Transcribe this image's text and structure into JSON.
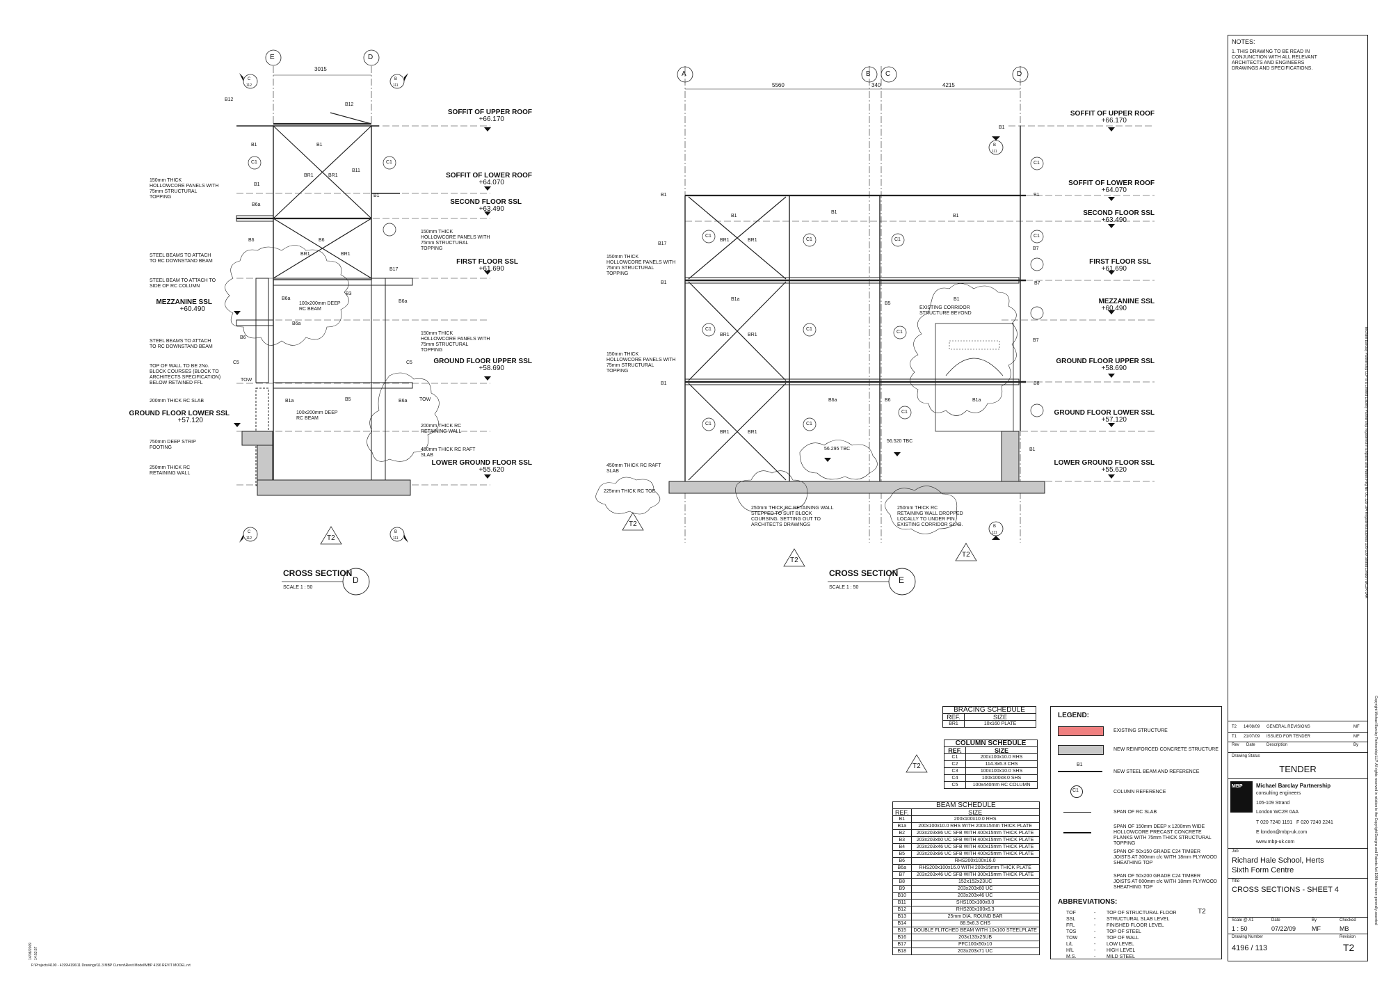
{
  "drawing": {
    "left_section": {
      "grids": [
        {
          "label": "E"
        },
        {
          "label": "D"
        }
      ],
      "grid_dimension": "3015",
      "title": "CROSS SECTION",
      "scale": "SCALE   1 : 50",
      "section_mark": "D",
      "section_refs": [
        {
          "letter": "C",
          "sheet": "112"
        },
        {
          "letter": "B",
          "sheet": "111"
        },
        {
          "letter": "C",
          "sheet": "112"
        },
        {
          "letter": "B",
          "sheet": "111"
        }
      ],
      "revision_tag": "T2",
      "notes": [
        {
          "id": "n1",
          "lines": [
            "150mm THICK",
            "HOLLOWCORE PANELS WITH",
            "75mm STRUCTURAL",
            "TOPPING"
          ]
        },
        {
          "id": "n2",
          "lines": [
            "STEEL BEAMS TO ATTACH",
            "TO RC DOWNSTAND BEAM"
          ]
        },
        {
          "id": "n3",
          "lines": [
            "STEEL BEAM TO ATTACH TO",
            "SIDE OF RC COLUMN"
          ]
        },
        {
          "id": "n4",
          "lines": [
            "STEEL BEAMS TO ATTACH",
            "TO RC DOWNSTAND BEAM"
          ]
        },
        {
          "id": "n5",
          "lines": [
            "TOP OF WALL TO BE 2No.",
            "BLOCK COURSES (BLOCK TO",
            "ARCHITECTS SPECIFICATION)",
            "BELOW RETAINED FFL"
          ]
        },
        {
          "id": "n6",
          "lines": [
            "200mm THICK RC SLAB"
          ]
        },
        {
          "id": "n7",
          "lines": [
            "750mm DEEP STRIP",
            "FOOTING"
          ]
        },
        {
          "id": "n8",
          "lines": [
            "250mm THICK RC",
            "RETAINING WALL"
          ]
        },
        {
          "id": "n9",
          "lines": [
            "150mm THICK",
            "HOLLOWCORE PANELS WITH",
            "75mm STRUCTURAL",
            "TOPPING"
          ]
        },
        {
          "id": "n10",
          "lines": [
            "150mm THICK",
            "HOLLOWCORE PANELS WITH",
            "75mm STRUCTURAL",
            "TOPPING"
          ]
        },
        {
          "id": "n11",
          "lines": [
            "100x200mm DEEP",
            "RC BEAM"
          ]
        },
        {
          "id": "n12",
          "lines": [
            "100x200mm DEEP",
            "RC BEAM"
          ]
        },
        {
          "id": "n13",
          "lines": [
            "200mm THICK RC",
            "RETAINING WALL"
          ]
        },
        {
          "id": "n14",
          "lines": [
            "450mm THICK RC RAFT",
            "SLAB"
          ]
        }
      ],
      "mezzanine": {
        "name": "MEZZANINE SSL",
        "value": "+60.490"
      },
      "ground_lower": {
        "name": "GROUND FLOOR LOWER SSL",
        "value": "+57.120"
      },
      "member_tags": [
        "B12",
        "B12",
        "B1",
        "B1",
        "C1",
        "C1",
        "B11",
        "B1",
        "B1",
        "B6a",
        "B6",
        "B6",
        "BR1",
        "BR1",
        "BR1",
        "BR1",
        "B17",
        "B6a",
        "B3",
        "B6a",
        "B6a",
        "B6",
        "C5",
        "C5",
        "TOW",
        "TOW",
        "B1a",
        "B5",
        "B6a"
      ]
    },
    "right_section": {
      "grids": [
        {
          "label": "A"
        },
        {
          "label": "B"
        },
        {
          "label": "C"
        },
        {
          "label": "D"
        }
      ],
      "grid_dimensions": [
        "5560",
        "340",
        "4215"
      ],
      "title": "CROSS SECTION",
      "scale": "SCALE   1 : 50",
      "section_mark": "E",
      "section_refs": [
        {
          "letter": "B",
          "sheet": "111"
        },
        {
          "letter": "B",
          "sheet": "111"
        }
      ],
      "revision_tags": [
        "T2",
        "T2",
        "T2"
      ],
      "notes": [
        {
          "id": "r1",
          "lines": [
            "150mm THICK",
            "HOLLOWCORE PANELS WITH",
            "75mm STRUCTURAL",
            "TOPPING"
          ]
        },
        {
          "id": "r2",
          "lines": [
            "150mm THICK",
            "HOLLOWCORE PANELS WITH",
            "75mm STRUCTURAL",
            "TOPPING"
          ]
        },
        {
          "id": "r3",
          "lines": [
            "450mm THICK RC RAFT",
            "SLAB"
          ]
        },
        {
          "id": "r4",
          "lines": [
            "225mm THICK RC TOE"
          ]
        },
        {
          "id": "r5",
          "lines": [
            "250mm THICK RC RETAINING WALL",
            "STEPPED TO SUIT BLOCK",
            "COURSING. SETTING OUT TO",
            "ARCHITECTS DRAWINGS"
          ]
        },
        {
          "id": "r6",
          "lines": [
            "250mm THICK RC",
            "RETAINING WALL DROPPED",
            "LOCALLY TO UNDER PIN",
            "EXISTING CORRIDOR SLAB."
          ]
        },
        {
          "id": "r7",
          "lines": [
            "EXISTING CORRIDOR",
            "STRUCTURE BEYOND"
          ]
        }
      ],
      "spot_levels": [
        "56.295 TBC",
        "56.520 TBC"
      ],
      "member_tags": [
        "B1",
        "B1",
        "B1",
        "B1",
        "B17",
        "C1",
        "C1",
        "C1",
        "C1",
        "C1",
        "B1",
        "B1a",
        "B6a",
        "B6",
        "B1a",
        "B5",
        "B7",
        "B7",
        "B7",
        "B8",
        "C1",
        "C1",
        "C1",
        "C1",
        "C1",
        "C1",
        "B1",
        "B1",
        "B1",
        "BR1",
        "BR1",
        "BR1",
        "BR1",
        "BR1",
        "BR1",
        "B1",
        "B1"
      ]
    },
    "levels": [
      {
        "name": "SOFFIT OF UPPER ROOF",
        "value": "+66.170"
      },
      {
        "name": "SOFFIT OF LOWER ROOF",
        "value": "+64.070"
      },
      {
        "name": "SECOND FLOOR SSL",
        "value": "+63.490"
      },
      {
        "name": "FIRST FLOOR SSL",
        "value": "+61.690"
      },
      {
        "name": "GROUND FLOOR UPPER SSL",
        "value": "+58.690"
      },
      {
        "name": "LOWER GROUND FLOOR SSL",
        "value": "+55.620"
      }
    ],
    "right_levels": [
      {
        "name": "SOFFIT OF UPPER ROOF",
        "value": "+66.170"
      },
      {
        "name": "SOFFIT OF LOWER ROOF",
        "value": "+64.070"
      },
      {
        "name": "SECOND FLOOR SSL",
        "value": "+63.490"
      },
      {
        "name": "FIRST FLOOR SSL",
        "value": "+61.690"
      },
      {
        "name": "MEZZANINE SSL",
        "value": "+60.490"
      },
      {
        "name": "GROUND FLOOR UPPER SSL",
        "value": "+58.690"
      },
      {
        "name": "GROUND FLOOR LOWER SSL",
        "value": "+57.120"
      },
      {
        "name": "LOWER GROUND FLOOR SSL",
        "value": "+55.620"
      }
    ]
  },
  "bracing_schedule": {
    "title": "BRACING SCHEDULE",
    "headers": [
      "REF.",
      "SIZE"
    ],
    "rows": [
      [
        "BR1",
        "10x160 PLATE"
      ]
    ]
  },
  "column_schedule": {
    "title": "COLUMN SCHEDULE",
    "headers": [
      "REF.",
      "SIZE"
    ],
    "rows": [
      [
        "C1",
        "200x100x10.0 RHS"
      ],
      [
        "C2",
        "114.3x6.3 CHS"
      ],
      [
        "C3",
        "100x100x10.0 SHS"
      ],
      [
        "C4",
        "100x100x8.0 SHS"
      ],
      [
        "C5",
        "100x440mm RC COLUMN"
      ]
    ],
    "tag": "T2"
  },
  "beam_schedule": {
    "title": "BEAM SCHEDULE",
    "headers": [
      "REF.",
      "SIZE"
    ],
    "rows": [
      [
        "B1",
        "200x100x10.0 RHS"
      ],
      [
        "B1a",
        "200x100x10.0 RHS WITH 200x15mm THICK PLATE"
      ],
      [
        "B2",
        "203x203x86 UC SFB WITH 400x15mm THICK PLATE"
      ],
      [
        "B3",
        "203x203x60 UC SFB WITH 400x15mm THICK PLATE"
      ],
      [
        "B4",
        "203x203x46 UC SFB WITH 400x15mm THICK PLATE"
      ],
      [
        "B5",
        "203x203x86 UC SFB WITH 400x25mm THICK PLATE"
      ],
      [
        "B6",
        "RHS200x100x16.0"
      ],
      [
        "B6a",
        "RHS200x100x16.0 WITH 200x15mm THICK PLATE"
      ],
      [
        "B7",
        "203x203x46 UC SFB WITH 300x15mm THICK PLATE"
      ],
      [
        "B8",
        "152x152x23UC"
      ],
      [
        "B9",
        "203x203x60 UC"
      ],
      [
        "B10",
        "203x203x46 UC"
      ],
      [
        "B11",
        "SHS100x100x8.0"
      ],
      [
        "B12",
        "RHS200x100x6.3"
      ],
      [
        "B13",
        "25mm DIA. ROUND BAR"
      ],
      [
        "B14",
        "88.9x6.3 CHS"
      ],
      [
        "B15",
        "DOUBLE FLITCHED BEAM WITH 10x100 STEELPLATE"
      ],
      [
        "B16",
        "203x133x25UB"
      ],
      [
        "B17",
        "PFC100x50x10"
      ],
      [
        "B18",
        "203x203x71 UC"
      ]
    ]
  },
  "legend": {
    "title": "LEGEND:",
    "items": [
      {
        "key": "existing",
        "label": "EXISTING STRUCTURE",
        "color": "#f08080"
      },
      {
        "key": "new-rc",
        "label": "NEW REINFORCED CONCRETE STRUCTURE",
        "color": "#c8c8c8"
      },
      {
        "key": "new-steel",
        "label": "NEW STEEL BEAM AND REFERENCE",
        "tag": "B1"
      },
      {
        "key": "column-ref",
        "label": "COLUMN REFERENCE",
        "tag": "C1"
      },
      {
        "key": "span-rc",
        "label": "SPAN OF RC SLAB"
      },
      {
        "key": "span-hollowcore",
        "label": "SPAN OF 150mm DEEP x 1200mm WIDE HOLLOWCORE PRECAST CONCRETE PLANKS WITH 75mm THICK STRUCTURAL TOPPING"
      },
      {
        "key": "span-timber-300",
        "label": "SPAN OF 50x150 GRADE C24 TIMBER JOISTS AT 300mm c/c WITH 18mm PLYWOOD SHEATHING TOP"
      },
      {
        "key": "span-timber-600",
        "label": "SPAN OF 50x200 GRADE C24 TIMBER JOISTS AT 600mm c/c WITH 18mm PLYWOOD SHEATHING TOP"
      }
    ],
    "abbreviations_title": "ABBREVIATIONS:",
    "abbreviations": [
      [
        "TOF",
        "-",
        "TOP OF STRUCTURAL FLOOR"
      ],
      [
        "SSL",
        "-",
        "STRUCTURAL SLAB LEVEL"
      ],
      [
        "FFL",
        "-",
        "FINISHED FLOOR LEVEL"
      ],
      [
        "TOS",
        "-",
        "TOP OF STEEL"
      ],
      [
        "TOW",
        "-",
        "TOP OF WALL"
      ],
      [
        "L/L",
        "-",
        "LOW LEVEL"
      ],
      [
        "H/L",
        "-",
        "HIGH LEVEL"
      ],
      [
        "M.S.",
        "-",
        "MILD STEEL"
      ]
    ],
    "tag": "T2"
  },
  "title_block": {
    "notes_title": "NOTES:",
    "note_1": "1. THIS DRAWING TO BE READ IN CONJUNCTION WITH ALL RELEVANT ARCHITECTS AND ENGINEERS DRAWINGS AND SPECIFICATIONS.",
    "revisions": [
      {
        "rev": "T2",
        "date": "14/08/09",
        "desc": "GENERAL REVISIONS",
        "by": "MF"
      },
      {
        "rev": "T1",
        "date": "21/07/09",
        "desc": "ISSUED FOR TENDER",
        "by": "MF"
      }
    ],
    "rev_headers": {
      "rev": "Rev",
      "date": "Date",
      "desc": "Description",
      "by": "By"
    },
    "status_label": "Drawing Status",
    "status": "TENDER",
    "firm_logo": "MBP",
    "firm_name": "Michael Barclay Partnership",
    "firm_sub": "consulting engineers",
    "address_1": "105-109 Strand",
    "address_2": "London WC2R 0AA",
    "tel": "T 020 7240 1191",
    "fax": "F 020 7240 2241",
    "email": "E london@mbp-uk.com",
    "web": "www.mbp-uk.com",
    "job_label": "Job",
    "job_1": "Richard Hale School, Herts",
    "job_2": "Sixth Form Centre",
    "title_label": "Title",
    "title": "CROSS SECTIONS - SHEET 4",
    "scale_label": "Scale @ A1",
    "scale": "1 : 50",
    "date_label": "Date",
    "date": "07/22/09",
    "drawn_label": "By",
    "drawn": "MF",
    "checked_label": "Checked",
    "checked": "MB",
    "number_label": "Drawing Number",
    "number": "4196  /  113",
    "revision_label": "Revision",
    "revision": "T2",
    "side_text": "Michael Barclay Partnership LLP is a Limited Liability Partnership registered in England and Wales   Reg No OC 329 184   Registered address 105-109 Strand London WC2R 0AA",
    "side_text_2": "Copyright Michael Barclay Partnership LLP.  All rights reserved in relation to the Copyright Designs and Patents Act 1988 has been generally asserted"
  },
  "footer": {
    "path": "F:\\Projects\\4100 - 4199\\4196\\11 Drawings\\11.3 MBP Current\\Revit Model\\MBP 4196 REVIT MODEL.rvt",
    "stamp_1": "14/08/2009",
    "stamp_2": "14:53:57"
  }
}
